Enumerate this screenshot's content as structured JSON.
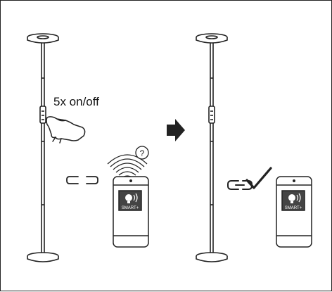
{
  "instruction_text": "5x on/off",
  "phone_badge_text": "SMART+",
  "question_mark": "?",
  "colors": {
    "stroke": "#222222",
    "phone_screen_bg": "#ffffff",
    "badge_bg": "#444444",
    "badge_fg": "#ffffff"
  },
  "steps": [
    {
      "step": 1,
      "lamp": "floor-lamp",
      "gesture": "5x on/off",
      "link_state": "unlinked",
      "wifi_state": "searching"
    },
    {
      "step": 2,
      "lamp": "floor-lamp",
      "link_state": "linked",
      "confirmation": "checkmark"
    }
  ],
  "arrow_icon": "right-arrow-icon"
}
